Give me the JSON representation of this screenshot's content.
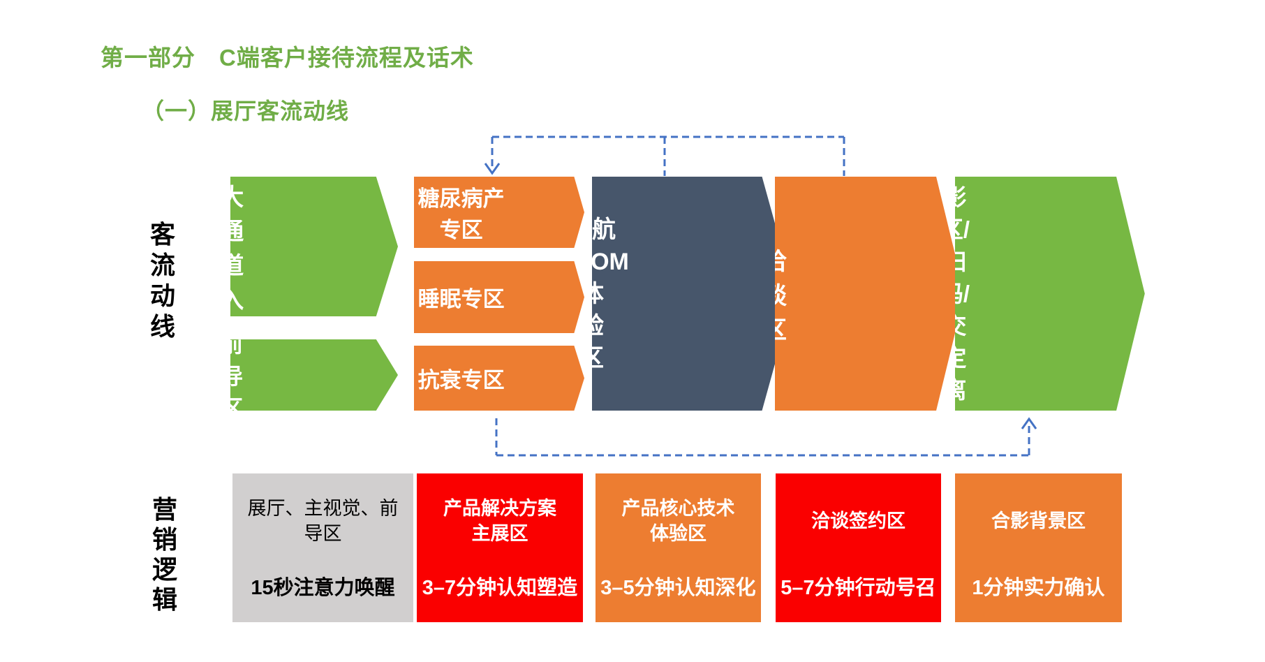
{
  "colors": {
    "title_green": "#70AD47",
    "shape_green": "#77B843",
    "shape_orange": "#ED7D31",
    "shape_slate": "#47566B",
    "box_red": "#FA0000",
    "box_gray": "#D1CFCF",
    "dash_blue": "#4472C4",
    "text_black": "#000000",
    "text_white": "#FFFFFF"
  },
  "titles": {
    "part": "第一部分　C端客户接待流程及话术",
    "section": "（一）展厅客流动线"
  },
  "side_labels": {
    "flow": "客流动线",
    "logic": "营销逻辑"
  },
  "flow": {
    "entrance": "三大通道入口",
    "lead_in": "前导区",
    "zone_diabetes": "糖尿病产专区",
    "zone_sleep": "睡眠专区",
    "zone_anti_aging": "抗衰专区",
    "nav_room": {
      "lines": [
        "导航ROOM",
        "体验区"
      ]
    },
    "negotiation": "洽谈区",
    "photo_exit": {
      "lines": [
        "合影区/",
        "扫码/交定",
        "离场"
      ]
    }
  },
  "logic": {
    "lobby": {
      "title_line1": "展厅、主视觉、前",
      "title_line2": "导区",
      "duration": "15秒注意力唤醒"
    },
    "solution": {
      "title_line1": "产品解决方案",
      "title_line2": "主展区",
      "duration": "3–7分钟认知塑造"
    },
    "core_tech": {
      "title_line1": "产品核心技术",
      "title_line2": "体验区",
      "duration": "3–5分钟认知深化"
    },
    "signing": {
      "title_line1": "洽谈签约区",
      "title_line2": "",
      "duration": "5–7分钟行动号召"
    },
    "photo_bg": {
      "title_line1": "合影背景区",
      "title_line2": "",
      "duration": "1分钟实力确认"
    }
  }
}
